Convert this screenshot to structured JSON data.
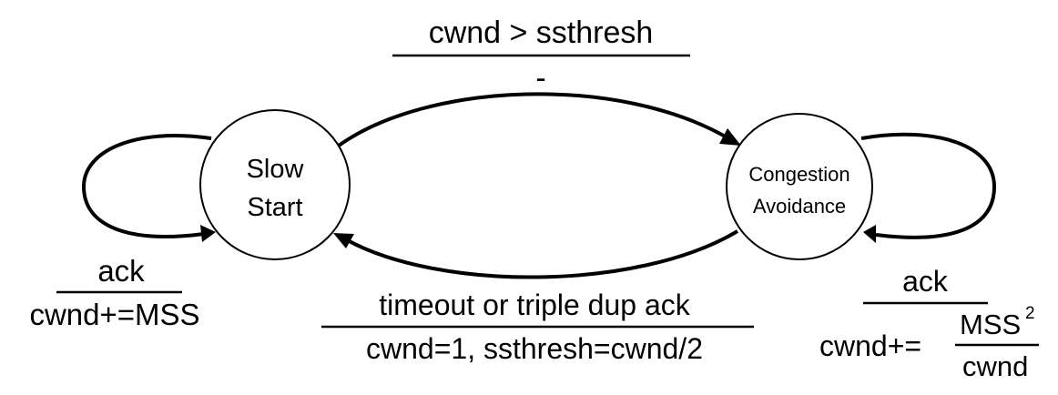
{
  "states": {
    "slow_start": {
      "line1": "Slow",
      "line2": "Start"
    },
    "congestion_avoidance": {
      "line1": "Congestion",
      "line2": "Avoidance"
    }
  },
  "transitions": {
    "ss_to_ca": {
      "event": "cwnd > ssthresh",
      "action": "-"
    },
    "ca_to_ss": {
      "event": "timeout or triple dup ack",
      "action": "cwnd=1, ssthresh=cwnd/2"
    },
    "ss_self": {
      "event": "ack",
      "action": "cwnd+=MSS"
    },
    "ca_self": {
      "event": "ack",
      "action_prefix": "cwnd+=",
      "numerator": "MSS",
      "exponent": "2",
      "denominator": "cwnd"
    }
  }
}
